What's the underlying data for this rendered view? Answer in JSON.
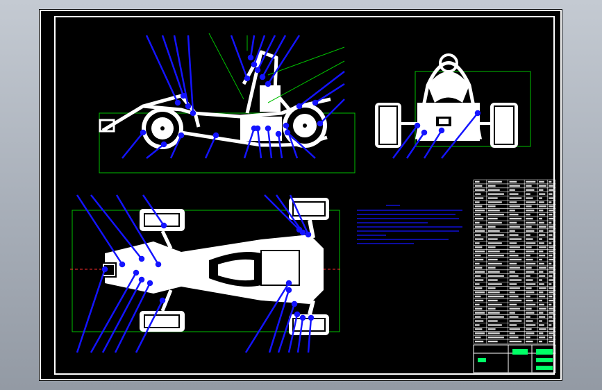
{
  "app": {
    "accent": "#0000ff",
    "frame_color": "#00c000",
    "callout_color": "#1414ff",
    "line_color": "#ffffff",
    "title_block_color": "#00ff66"
  },
  "drawing": {
    "views": [
      "side-view",
      "rear-view",
      "top-view"
    ],
    "parts_table_rows": 40,
    "parts_table_columns": 6
  }
}
